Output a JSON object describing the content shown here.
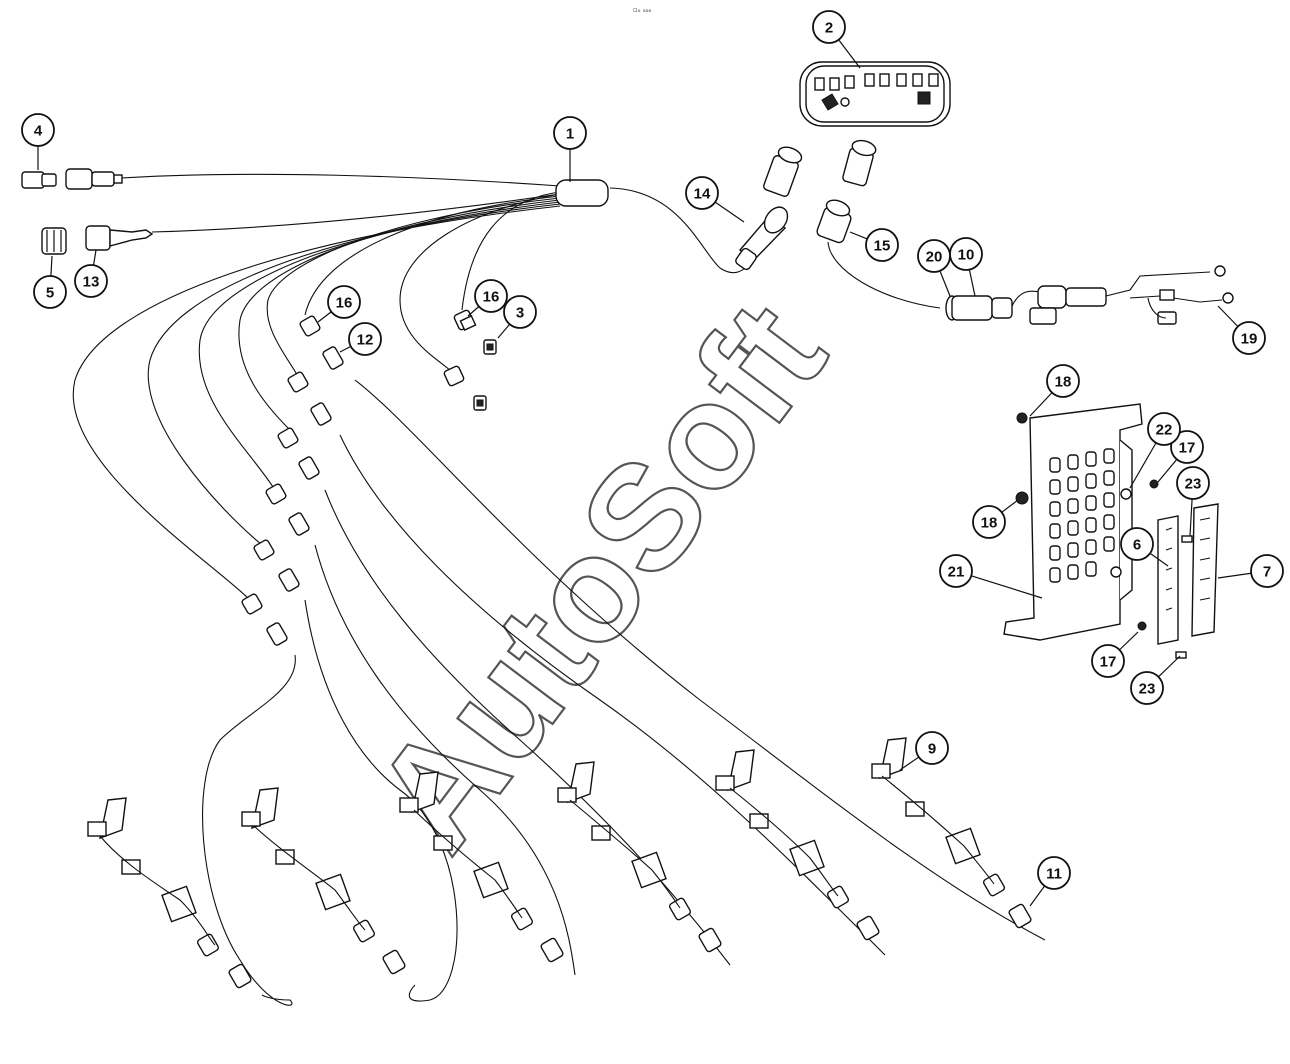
{
  "watermark": "AutoSoft",
  "header_mark": "▫ₒ ₒₒₒ",
  "callouts": [
    "1",
    "2",
    "3",
    "4",
    "5",
    "6",
    "7",
    "9",
    "10",
    "11",
    "12",
    "13",
    "14",
    "15",
    "16",
    "16",
    "17",
    "17",
    "18",
    "18",
    "19",
    "20",
    "21",
    "22",
    "23",
    "23"
  ],
  "colors": {
    "line": "#111111",
    "watermark": "#555555",
    "background": "#ffffff"
  }
}
